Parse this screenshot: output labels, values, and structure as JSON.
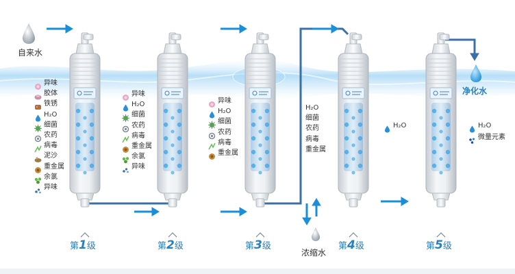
{
  "source_label": "自来水",
  "output_label": "净化水",
  "waste_label": "浓缩水",
  "colors": {
    "accent": "#2a7fc0",
    "arrow": "#1a8fd8",
    "pipe": "#3b6fa8",
    "text": "#333333"
  },
  "stages": [
    {
      "prefix": "第",
      "num": "1",
      "suffix": "级",
      "items": [
        {
          "icon": "flower-icon",
          "text": "异味"
        },
        {
          "icon": "colloid-icon",
          "text": "胶体"
        },
        {
          "icon": "rust-icon",
          "text": "铁锈"
        },
        {
          "icon": "droplet-icon",
          "text": "H₂O"
        },
        {
          "icon": "bacteria-icon",
          "text": "细菌"
        },
        {
          "icon": "pesticide-icon",
          "text": "农药"
        },
        {
          "icon": "virus-icon",
          "text": "病毒"
        },
        {
          "icon": "sand-icon",
          "text": "泥沙"
        },
        {
          "icon": "metal-icon",
          "text": "重金属"
        },
        {
          "icon": "chlorine-icon",
          "text": "余氯"
        },
        {
          "icon": "odor-icon",
          "text": "异味"
        }
      ]
    },
    {
      "prefix": "第",
      "num": "2",
      "suffix": "级",
      "items": [
        {
          "icon": "flower-icon",
          "text": "异味"
        },
        {
          "icon": "droplet-icon",
          "text": "H₂O"
        },
        {
          "icon": "bacteria-icon",
          "text": "细菌"
        },
        {
          "icon": "pesticide-icon",
          "text": "农药"
        },
        {
          "icon": "virus-icon",
          "text": "病毒"
        },
        {
          "icon": "metal-icon",
          "text": "重金属"
        },
        {
          "icon": "chlorine-icon",
          "text": "余氯"
        },
        {
          "icon": "odor-icon",
          "text": "异味"
        }
      ]
    },
    {
      "prefix": "第",
      "num": "3",
      "suffix": "级",
      "items": [
        {
          "icon": "flower-icon",
          "text": "异味"
        },
        {
          "icon": "droplet-icon",
          "text": "H₂O"
        },
        {
          "icon": "bacteria-icon",
          "text": "细菌"
        },
        {
          "icon": "pesticide-icon",
          "text": "农药"
        },
        {
          "icon": "virus-icon",
          "text": "病毒"
        },
        {
          "icon": "metal-icon",
          "text": "重金属"
        }
      ]
    },
    {
      "prefix": "第",
      "num": "4",
      "suffix": "级",
      "items": [
        {
          "icon": "none",
          "text": "H₂O"
        },
        {
          "icon": "none",
          "text": "细菌"
        },
        {
          "icon": "none",
          "text": "农药"
        },
        {
          "icon": "none",
          "text": "病毒"
        },
        {
          "icon": "none",
          "text": "重金属"
        }
      ],
      "side_items": [
        {
          "icon": "droplet-icon",
          "text": "H₂O"
        }
      ]
    },
    {
      "prefix": "第",
      "num": "5",
      "suffix": "级",
      "items": [],
      "side_items": [
        {
          "icon": "droplet-icon",
          "text": "H₂O"
        },
        {
          "icon": "mineral-icon",
          "text": "微量元素"
        }
      ]
    }
  ]
}
